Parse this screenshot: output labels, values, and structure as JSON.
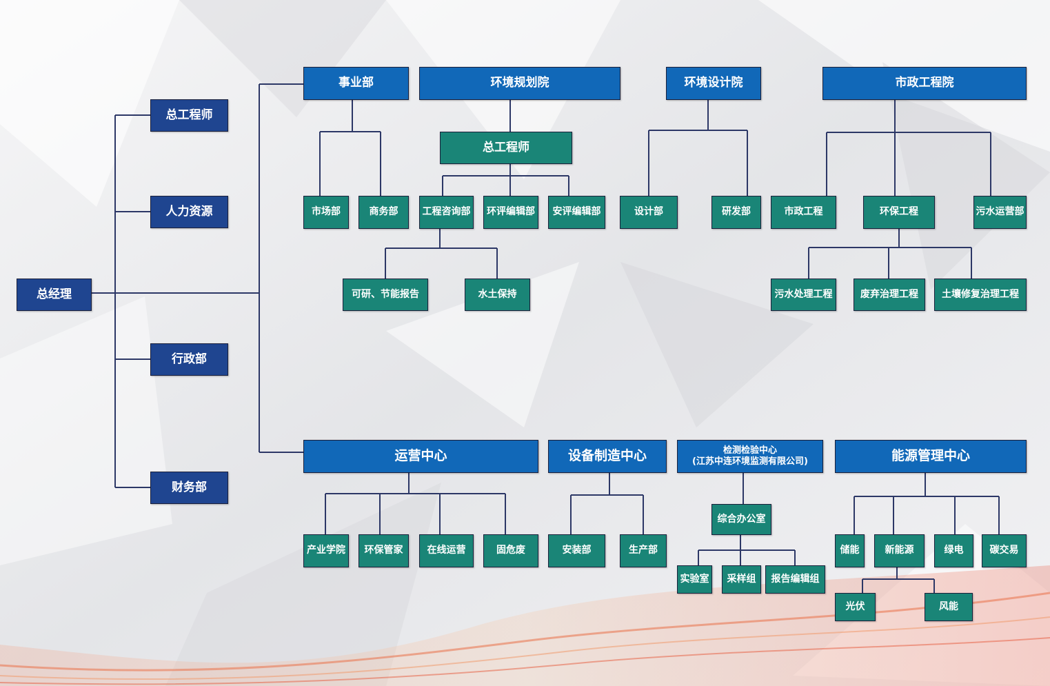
{
  "diagram": {
    "colors": {
      "navy": "#1f4590",
      "blue": "#1168b8",
      "teal": "#1a8577",
      "line": "#2c3766"
    },
    "nodes": {
      "ceo": "总经理",
      "chief_engineer": "总工程师",
      "hr": "人力资源",
      "admin": "行政部",
      "finance": "财务部",
      "business_dept": "事业部",
      "env_planning": "环境规划院",
      "env_design": "环境设计院",
      "municipal_institute": "市政工程院",
      "planning_chief_engineer": "总工程师",
      "market": "市场部",
      "commerce": "商务部",
      "consulting": "工程咨询部",
      "eia_edit": "环评编辑部",
      "safety_edit": "安评编辑部",
      "design_dept": "设计部",
      "rnd": "研发部",
      "municipal_eng": "市政工程",
      "env_eng": "环保工程",
      "sewage_ops": "污水运营部",
      "feasibility": "可研、节能报告",
      "soil_water": "水土保持",
      "sewage_treat": "污水处理工程",
      "waste_treat": "废弃治理工程",
      "soil_repair": "土壤修复治理工程",
      "ops_center": "运营中心",
      "equip_center": "设备制造中心",
      "testing_line1": "检测检验中心",
      "testing_line2": "(江苏中连环境监测有限公司)",
      "energy_center": "能源管理中心",
      "industry_college": "产业学院",
      "env_steward": "环保管家",
      "online_ops": "在线运营",
      "hazard_waste": "固危废",
      "install": "安装部",
      "production": "生产部",
      "general_office": "综合办公室",
      "lab": "实验室",
      "sampling": "采样组",
      "report_edit": "报告编辑组",
      "storage": "储能",
      "new_energy": "新能源",
      "green_power": "绿电",
      "carbon_trade": "碳交易",
      "pv": "光伏",
      "wind": "风能"
    }
  }
}
